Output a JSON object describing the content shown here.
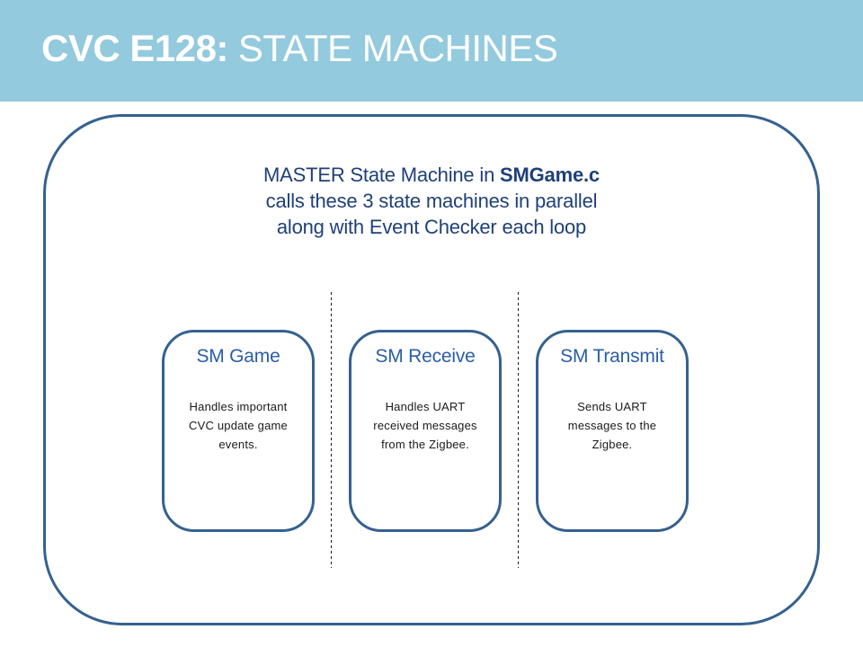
{
  "colors": {
    "header_bg": "#93CADD",
    "header_text": "#FFFFFF",
    "outline": "#35618F",
    "paragraph_text": "#1F4077",
    "box_title_text": "#2A5DA8",
    "body_text": "#1A1A1A",
    "dash": "#1A1A1A",
    "background": "#FFFFFF"
  },
  "header": {
    "title_bold": "CVC E128:",
    "title_regular": "STATE MACHINES"
  },
  "master": {
    "line1_text": "MASTER State Machine in ",
    "line1_bold": "SMGame.c",
    "line2": "calls these 3 state machines in parallel",
    "line3": "along with Event Checker each loop"
  },
  "boxes": [
    {
      "title": "SM Game",
      "lines": [
        "Handles important",
        "CVC update game",
        "events."
      ]
    },
    {
      "title": "SM Receive",
      "lines": [
        "Handles UART",
        "received messages",
        "from the Zigbee."
      ]
    },
    {
      "title": "SM Transmit",
      "lines": [
        "Sends UART",
        "messages to the",
        "Zigbee."
      ]
    }
  ]
}
